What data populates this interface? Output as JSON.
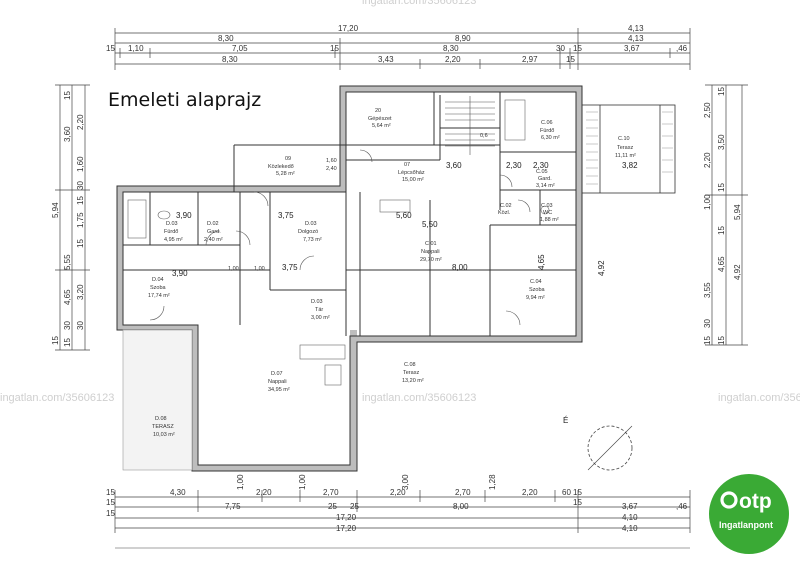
{
  "title": "Emeleti alaprajz",
  "logo": {
    "brand": "otp",
    "sub": "Ingatlanpont",
    "color": "#3aaa35"
  },
  "watermark": "ingatlan.com/35606123",
  "top_dims": {
    "row1": [
      "17,20",
      "4,13"
    ],
    "row2": [
      "8,30",
      "8,90",
      "4,13"
    ],
    "row3": [
      "15",
      "1,10",
      "7,05",
      "15",
      "8,30",
      "30",
      "15",
      "3,67",
      ",46"
    ],
    "row4": [
      "8,30",
      "3,43",
      "2,20",
      "2,97",
      "15"
    ]
  },
  "bottom_dims": {
    "row1": [
      "15",
      "15",
      "4,30",
      "2,20",
      "2,70",
      "2,20",
      "2,70",
      "2,20",
      "60",
      "15",
      "15"
    ],
    "row2": [
      "15",
      "7,75",
      "25",
      "25",
      "8,00",
      "3,67",
      ",46"
    ],
    "row3": [
      "17,20",
      "4,10"
    ],
    "row4": [
      "17,20",
      "4,10"
    ],
    "small": [
      "1,00",
      "1,00",
      "1,28",
      "3,00"
    ]
  },
  "left_dims": [
    "15",
    "5,94",
    "3,60",
    "5,55",
    "2,20",
    "30",
    "1,60",
    "15",
    "1,75",
    "15",
    "30",
    "3,20",
    "4,65",
    "30",
    "15",
    "15"
  ],
  "right_dims": [
    "15",
    "5,94",
    "2,50",
    "3,50",
    "2,20",
    "15",
    "1,00",
    "15",
    "3,55",
    "4,65",
    "4,92",
    "30",
    "15",
    "15"
  ],
  "rooms": [
    {
      "id": "20",
      "name": "Gépészet",
      "area": "5,64 m²"
    },
    {
      "id": "09",
      "name": "Közlekedő",
      "area": "5,28 m²"
    },
    {
      "id": "07",
      "name": "Lépcsőház",
      "area": "15,00 m²"
    },
    {
      "id": "C.06",
      "name": "Fürdő",
      "area": "6,30 m²"
    },
    {
      "id": "C.05",
      "name": "Gard.",
      "area": "3,14 m²"
    },
    {
      "id": "C.10",
      "name": "Terasz",
      "area": "11,11 m²"
    },
    {
      "id": "C.02",
      "name": "Közl.",
      "area": ""
    },
    {
      "id": "C.03",
      "name": "WC",
      "area": "1,88 m²"
    },
    {
      "id": "D.03",
      "name": "Fürdő",
      "area": "4,95 m²"
    },
    {
      "id": "D.02",
      "name": "Gard.",
      "area": "2,40 m²"
    },
    {
      "id": "D.03",
      "name": "Dolgozó",
      "area": "7,73 m²"
    },
    {
      "id": "C.01",
      "name": "Nappali",
      "area": "29,70 m²"
    },
    {
      "id": "C.04",
      "name": "Szoba",
      "area": "9,94 m²"
    },
    {
      "id": "D.04",
      "name": "Szoba",
      "area": "17,74 m²"
    },
    {
      "id": "D.03",
      "name": "Tár",
      "area": "3,00 m²"
    },
    {
      "id": "C.08",
      "name": "Terasz",
      "area": "13,20 m²"
    },
    {
      "id": "D.07",
      "name": "Nappali",
      "area": "34,95 m²"
    },
    {
      "id": "D.08",
      "name": "TERASZ",
      "area": "10,03 m²"
    }
  ],
  "interior_dims": [
    "3,90",
    "3,75",
    "5,60",
    "3,90",
    "3,75",
    "5,50",
    "8,00",
    "2,30",
    "3,82",
    "3,60",
    "2,30",
    "4,65",
    "4,92",
    "1,60",
    "2,40",
    "1,00",
    "1,00",
    "0,6"
  ],
  "compass": "É"
}
